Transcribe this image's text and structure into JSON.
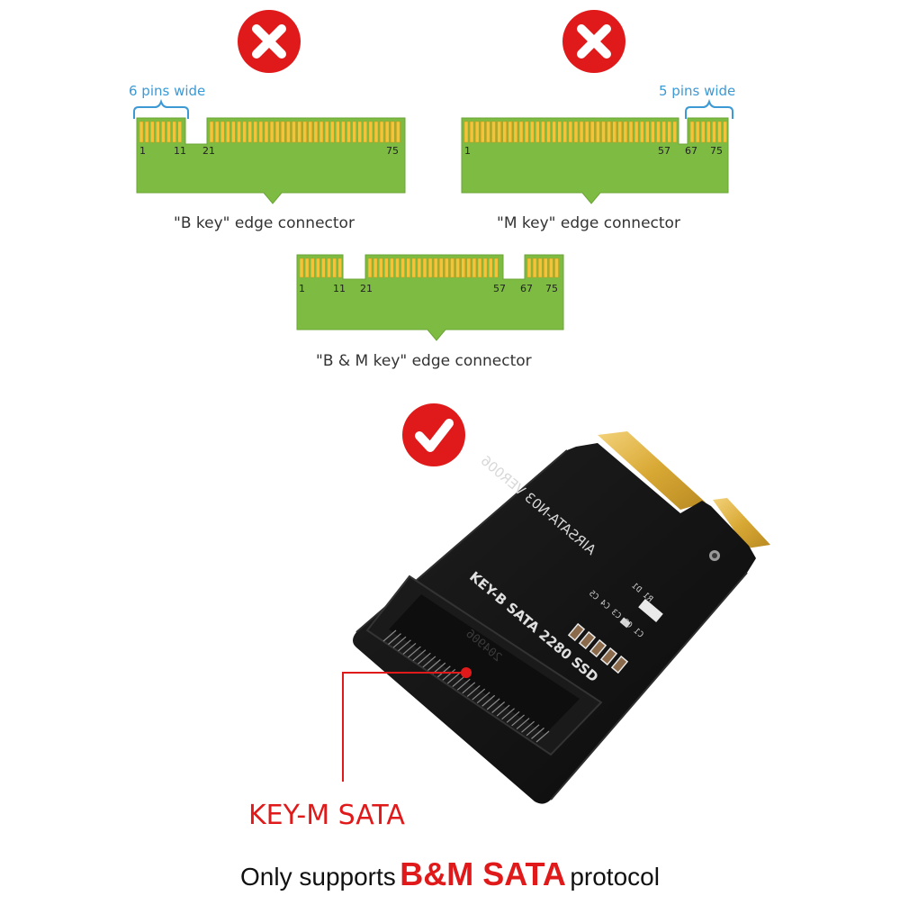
{
  "colors": {
    "board": "#7dbb42",
    "board_edge": "#6aa535",
    "pin": "#f2c43b",
    "pin_edge": "#c99a17",
    "bracket": "#3c99d4",
    "red": "#e01a1a",
    "pcb": "#151515",
    "gold": "#e3b64a"
  },
  "icons": {
    "cross": "cross-icon",
    "check": "check-icon"
  },
  "b_key": {
    "caption": "\"B key\" edge connector",
    "pins_label": "6 pins wide",
    "pin_numbers": [
      "1",
      "11",
      "21",
      "75"
    ]
  },
  "m_key": {
    "caption": "\"M key\" edge connector",
    "pins_label": "5 pins wide",
    "pin_numbers": [
      "1",
      "57",
      "67",
      "75"
    ]
  },
  "bm_key": {
    "caption": "\"B & M key\" edge connector",
    "pin_numbers": [
      "1",
      "11",
      "21",
      "57",
      "67",
      "75"
    ]
  },
  "adapter": {
    "silk_model": "AIRSATA-N03 VER006",
    "silk_desc": "KEY-B SATA 2280 SSD",
    "silk_code": "204906",
    "silk_caps": "C1 C2 C3 C4 C5",
    "silk_parts": "R1 D1"
  },
  "callout": {
    "label": "KEY-M SATA"
  },
  "footer": {
    "prefix": "Only supports",
    "highlight": "B&M SATA",
    "suffix": "protocol"
  }
}
